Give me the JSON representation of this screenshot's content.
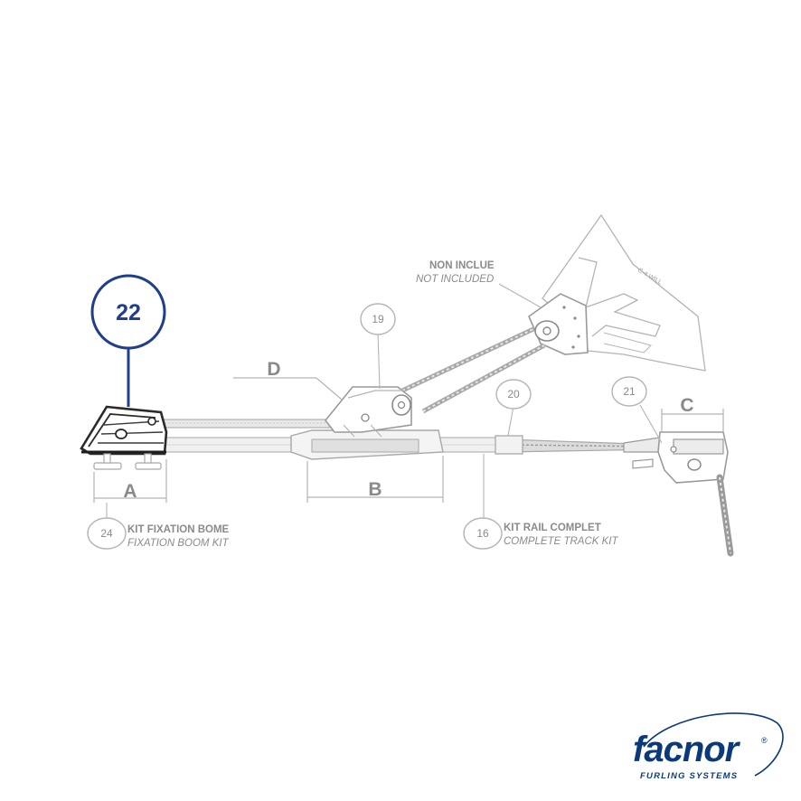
{
  "callouts": {
    "c22": "22",
    "c19": "19",
    "c20": "20",
    "c21": "21",
    "c24": "24",
    "c16": "16"
  },
  "dimensions": {
    "A": "A",
    "B": "B",
    "C": "C",
    "D": "D"
  },
  "labels": {
    "not_included_fr": "NON INCLUE",
    "not_included_en": "NOT INCLUDED",
    "boom_kit_fr": "KIT FIXATION BOME",
    "boom_kit_en": "FIXATION BOOM KIT",
    "track_kit_fr": "KIT RAIL COMPLET",
    "track_kit_en": "COMPLETE TRACK KIT"
  },
  "logo": {
    "brand": "facnor",
    "tagline": "FURLING SYSTEMS",
    "registered": "®"
  },
  "colors": {
    "highlight": "#1f3f8c",
    "drawing": "#b0b0b0",
    "label": "#8a8a8a",
    "brand": "#0b3a7a"
  }
}
